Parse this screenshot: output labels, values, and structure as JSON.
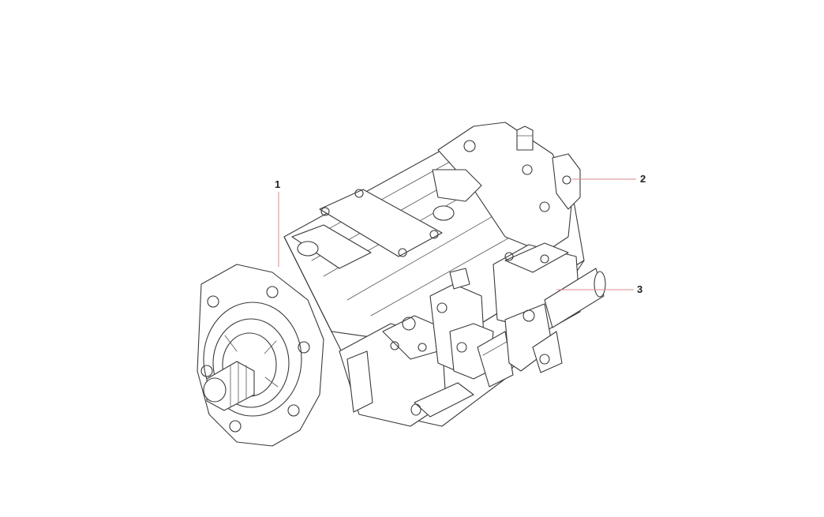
{
  "callouts": [
    {
      "id": "callout-1",
      "label": "1"
    },
    {
      "id": "callout-2",
      "label": "2"
    },
    {
      "id": "callout-3",
      "label": "3"
    }
  ],
  "colors": {
    "line": "#3a3a3a",
    "leader": "#d98b8b",
    "background": "#ffffff"
  }
}
